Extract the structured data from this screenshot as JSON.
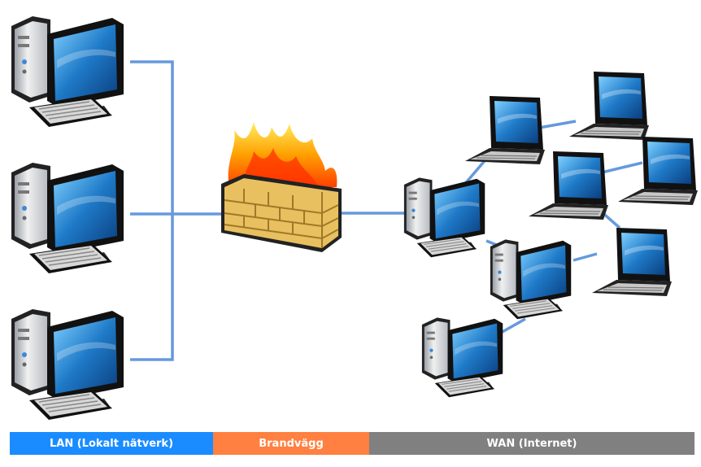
{
  "legend": {
    "lan": {
      "label": "LAN (Lokalt nätverk)",
      "color": "#1a8cff"
    },
    "firewall": {
      "label": "Brandvägg",
      "color": "#ff8040"
    },
    "wan": {
      "label": "WAN (Internet)",
      "color": "#808080"
    }
  },
  "colors": {
    "cable": "#6699dd",
    "screen": "#1f6fb5",
    "brick": "#e8c060",
    "flame": "#ff9a00"
  },
  "nodes": {
    "lan": [
      "desktop-icon",
      "desktop-icon",
      "desktop-icon"
    ],
    "wan": [
      "desktop-icon",
      "laptop-icon",
      "laptop-icon",
      "laptop-icon",
      "laptop-icon",
      "laptop-icon",
      "desktop-icon",
      "desktop-icon"
    ]
  }
}
